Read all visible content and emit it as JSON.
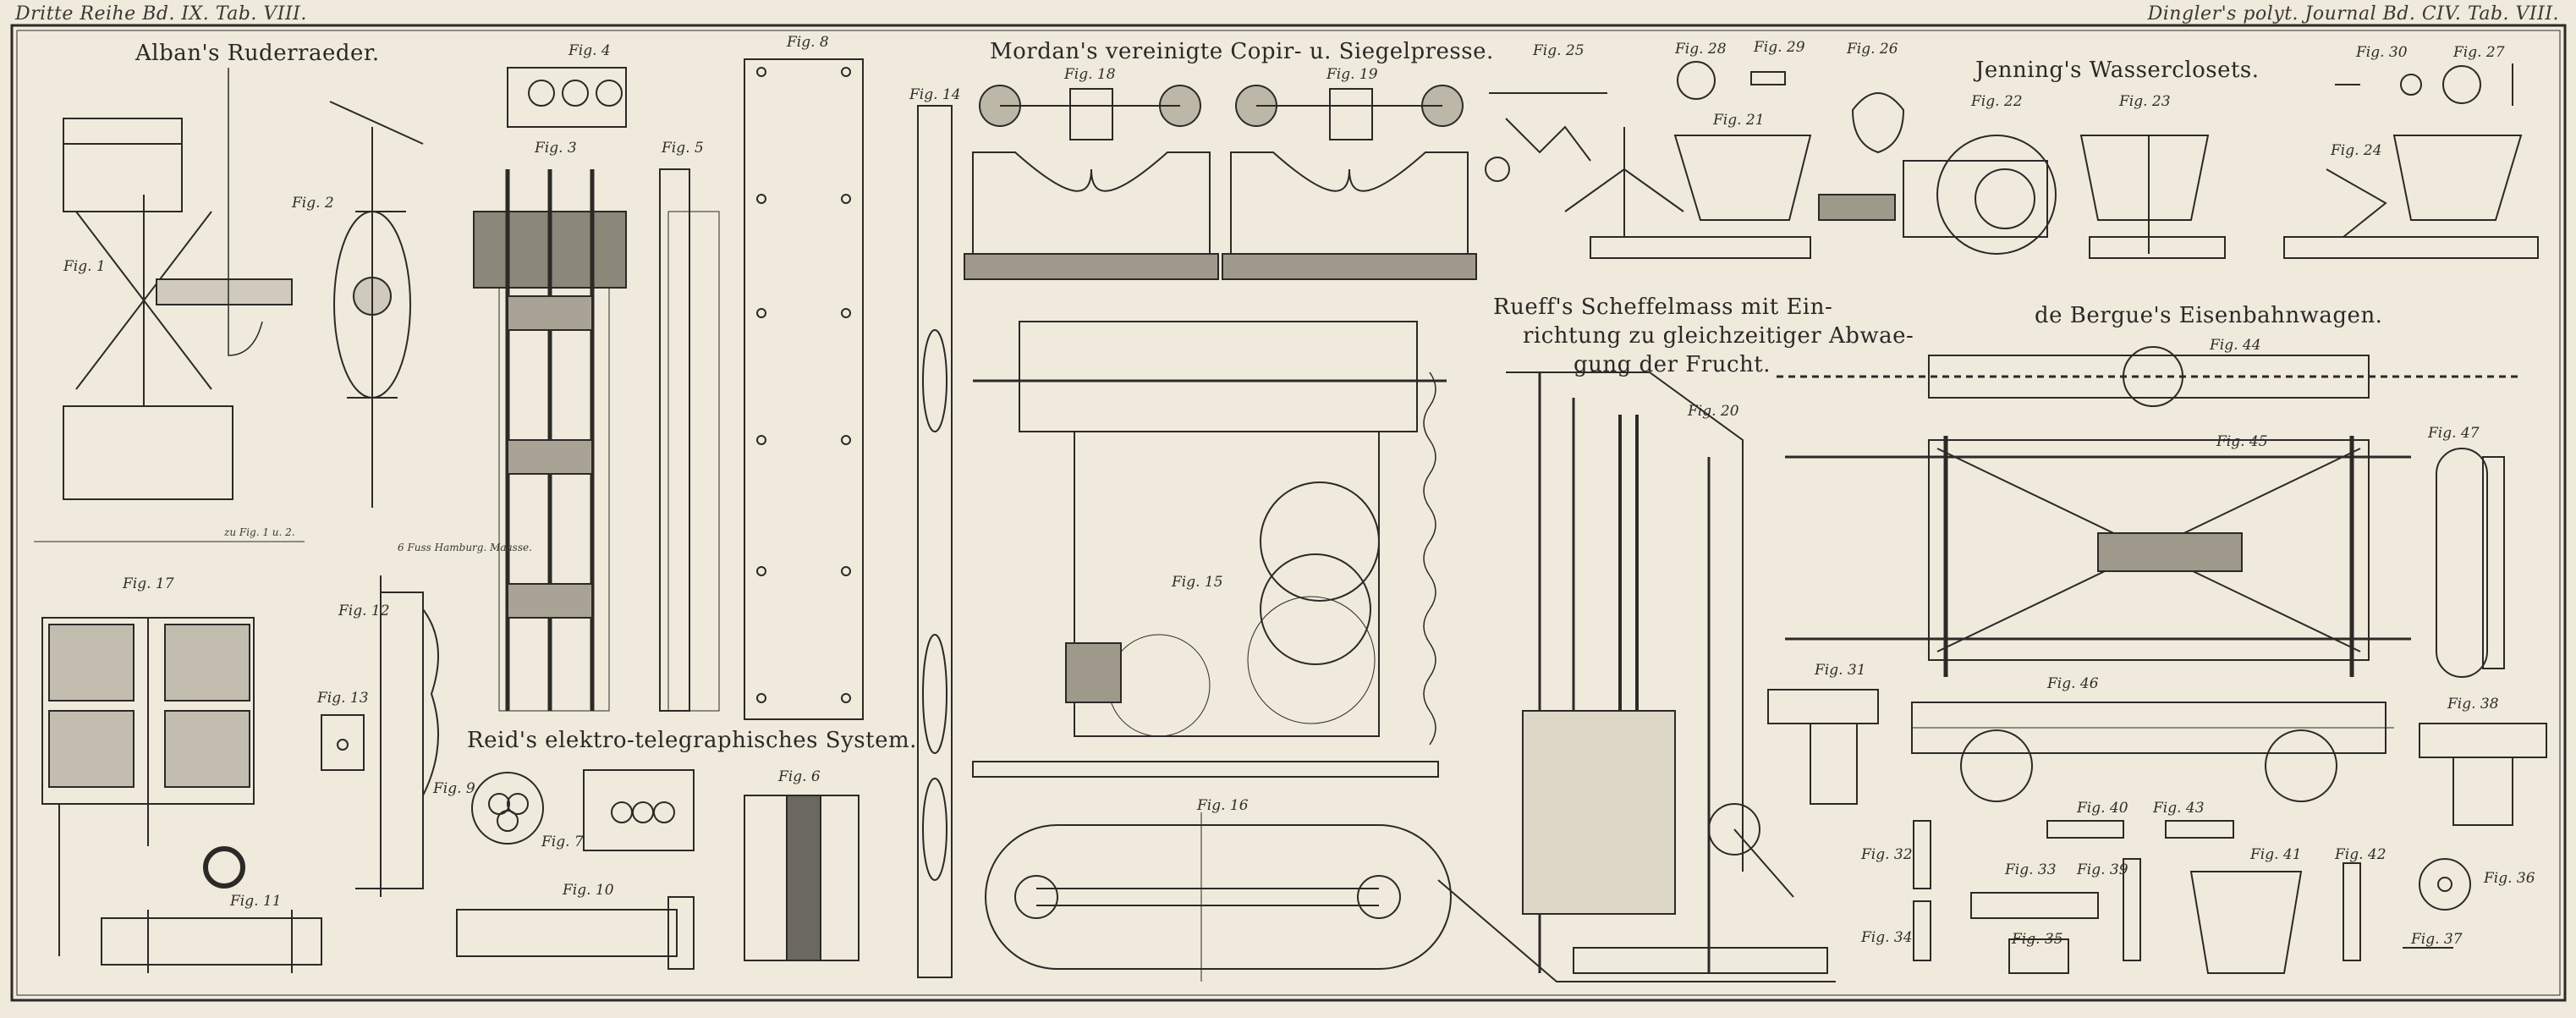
{
  "header": {
    "left": "Dritte Reihe Bd. IX. Tab. VIII.",
    "right": "Dingler's polyt. Journal Bd. CIV. Tab. VIII."
  },
  "titles": {
    "alban": "Alban's Ruderraeder.",
    "mordan": "Mordan's vereinigte Copir- u. Siegelpresse.",
    "jenning": "Jenning's Wasserclosets.",
    "rueff_1": "Rueff's Scheffelmass mit Ein-",
    "rueff_2": "richtung zu gleichzeitiger Abwae-",
    "rueff_3": "gung der Frucht.",
    "bergue": "de Bergue's Eisenbahnwagen.",
    "reid": "Reid's elektro-telegraphisches System."
  },
  "scale_note": "zu Fig. 1 u. 2.",
  "scale_note_right": "6 Fuss Hamburg. Maasse.",
  "figs": {
    "f1": "Fig. 1",
    "f2": "Fig. 2",
    "f3": "Fig. 3",
    "f4": "Fig. 4",
    "f5": "Fig. 5",
    "f6": "Fig. 6",
    "f7": "Fig. 7",
    "f8": "Fig. 8",
    "f9": "Fig. 9",
    "f10": "Fig. 10",
    "f11": "Fig. 11",
    "f12": "Fig. 12",
    "f13": "Fig. 13",
    "f14": "Fig. 14",
    "f15": "Fig. 15",
    "f16": "Fig. 16",
    "f17": "Fig. 17",
    "f18": "Fig. 18",
    "f19": "Fig. 19",
    "f20": "Fig. 20",
    "f21": "Fig. 21",
    "f22": "Fig. 22",
    "f23": "Fig. 23",
    "f24": "Fig. 24",
    "f25": "Fig. 25",
    "f26": "Fig. 26",
    "f27": "Fig. 27",
    "f28": "Fig. 28",
    "f29": "Fig. 29",
    "f30": "Fig. 30",
    "f31": "Fig. 31",
    "f32": "Fig. 32",
    "f33": "Fig. 33",
    "f34": "Fig. 34",
    "f35": "Fig. 35",
    "f36": "Fig. 36",
    "f37": "Fig. 37",
    "f38": "Fig. 38",
    "f39": "Fig. 39",
    "f40": "Fig. 40",
    "f41": "Fig. 41",
    "f42": "Fig. 42",
    "f43": "Fig. 43",
    "f44": "Fig. 44",
    "f45": "Fig. 45",
    "f46": "Fig. 46",
    "f47": "Fig. 47"
  },
  "colors": {
    "paper": "#efeadc",
    "ink": "#2b2a27",
    "shade": "#6b6860"
  }
}
